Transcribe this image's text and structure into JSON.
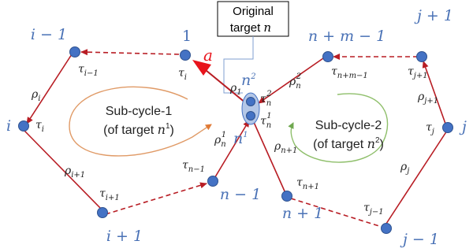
{
  "colors": {
    "edge": "#b81d24",
    "node": "#4472c4",
    "node_stroke": "#2f528f",
    "cycle1": "#e09a66",
    "cycle2": "#8fbf6b",
    "blue_text": "#4a72b6",
    "target_ellipse": "#b4c7e7"
  },
  "box": {
    "line1": "Original",
    "line2_text": "target ",
    "line2_var": "n"
  },
  "a_label": "a",
  "nodes": {
    "n1": "1",
    "i_minus_1": "i − 1",
    "i": "i",
    "i_plus_1": "i + 1",
    "n_minus_1": "n − 1",
    "n_plus_1": "n + 1",
    "j_minus_1": "j − 1",
    "j": "j",
    "j_plus_1": "j + 1",
    "n_plus_m_minus_1": "n + m − 1",
    "n_top": "n",
    "n_top_sup": "2",
    "n_bot": "n",
    "n_bot_sup": "1"
  },
  "cycles": {
    "c1_line1": "Sub-cycle-1",
    "c1_line2": "(of target ",
    "c1_var": "n",
    "c1_sup": "1",
    "c1_close": ")",
    "c2_line1": "Sub-cycle-2",
    "c2_line2": "(of target ",
    "c2_var": "n",
    "c2_sup": "2",
    "c2_close": ")"
  },
  "labels": {
    "tau": "τ",
    "rho": "ρ",
    "tau_i_minus_1": "i−1",
    "tau_i_top": "i",
    "tau_i_left": "i",
    "tau_i_plus_1": "i+1",
    "tau_n_minus_1": "n−1",
    "tau_n_plus_1": "n+1",
    "tau_j_minus_1": "j−1",
    "tau_j": "j",
    "tau_j_plus_1": "j+1",
    "tau_n_plus_m_minus_1": "n+m−1",
    "tau_n2_sub": "n",
    "tau_n2_sup": "2",
    "tau_n1_sub": "n",
    "tau_n1_sup": "1",
    "rho_i": "i",
    "rho_i_plus_1": "i+1",
    "rho_1": "1",
    "rho_n1_sub": "n",
    "rho_n1_sup": "1",
    "rho_n2_sub": "n",
    "rho_n2_sup": "2",
    "rho_n_plus_1": "n+1",
    "rho_j": "j",
    "rho_j_plus_1": "j+1"
  }
}
